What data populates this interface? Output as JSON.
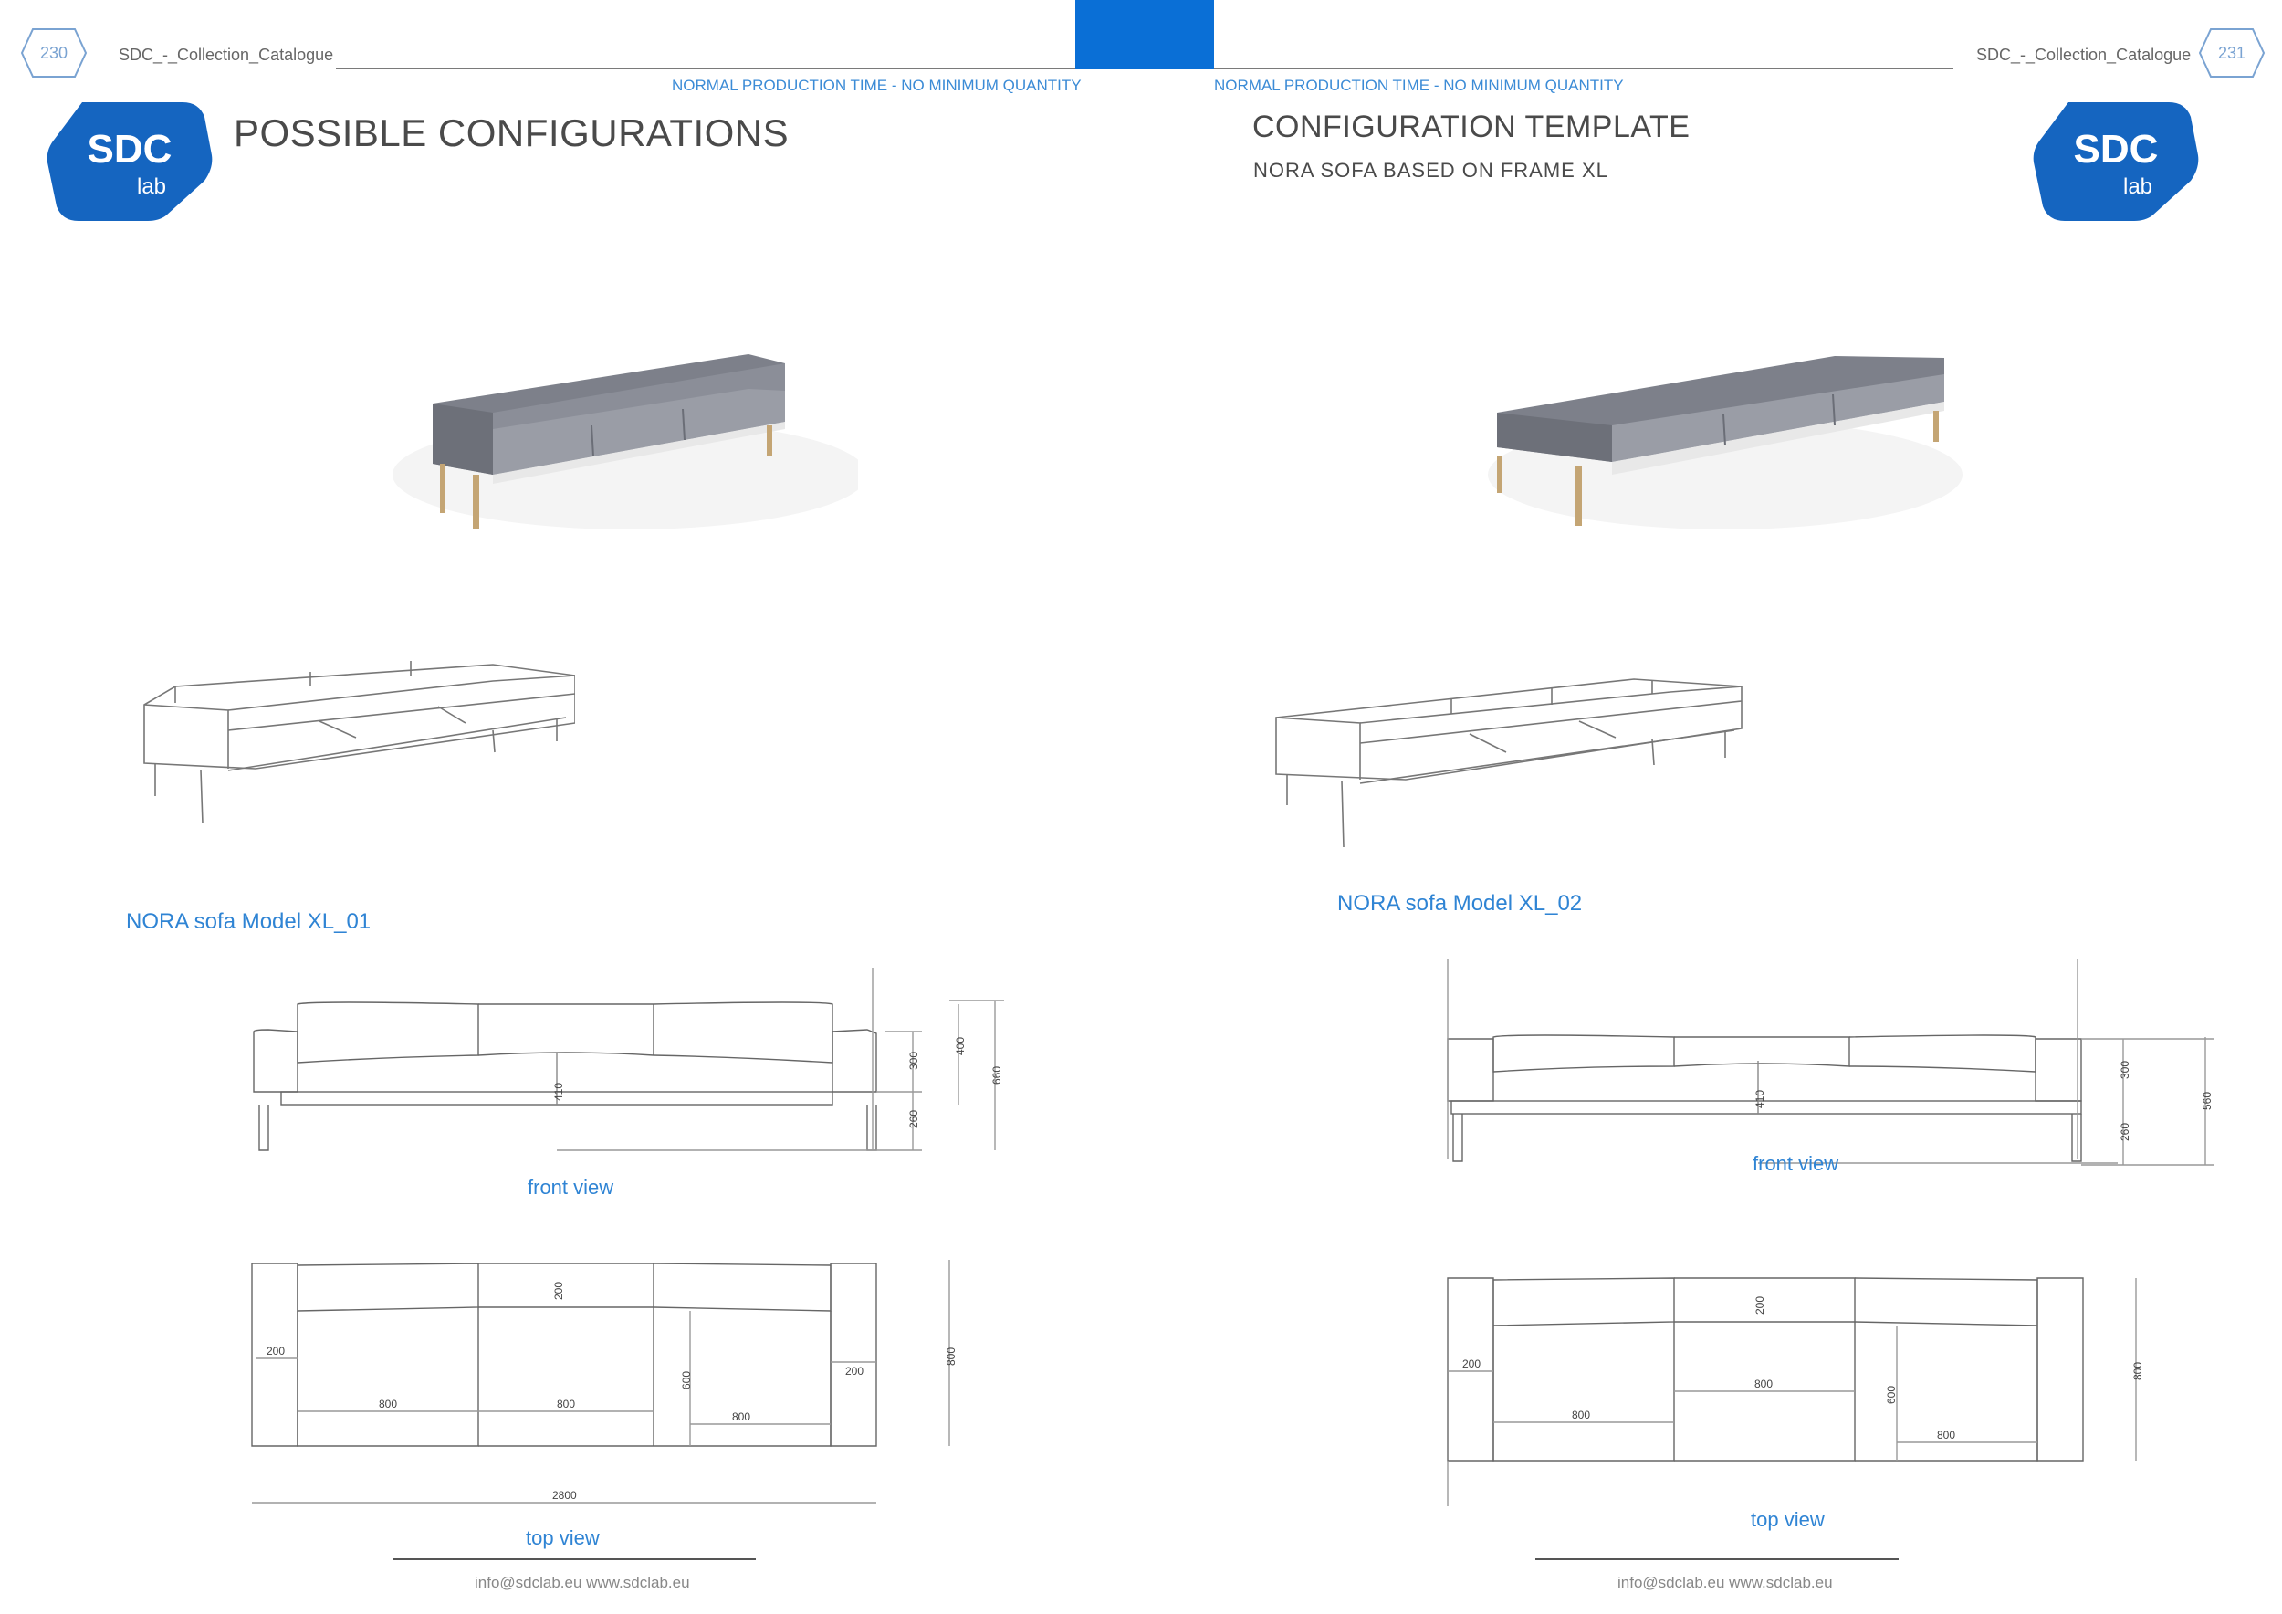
{
  "left": {
    "page_number": "230",
    "catalogue_name": "SDC_-_Collection_Catalogue",
    "notice": "NORMAL PRODUCTION TIME - NO MINIMUM QUANTITY",
    "title": "POSSIBLE CONFIGURATIONS",
    "model_name": "NORA sofa Model XL_01",
    "front_view_label": "front view",
    "top_view_label": "top view",
    "front_dims": {
      "d300": "300",
      "d400": "400",
      "d660": "660",
      "d410": "410",
      "d260": "260"
    },
    "top_dims": {
      "d200_top": "200",
      "d200_left": "200",
      "d200_right": "200",
      "d600": "600",
      "d800_right": "800",
      "d800_a": "800",
      "d800_b": "800",
      "d800_c": "800",
      "d2800": "2800"
    },
    "footer": "info@sdclab.eu   www.sdclab.eu"
  },
  "right": {
    "page_number": "231",
    "catalogue_name": "SDC_-_Collection_Catalogue",
    "notice": "NORMAL PRODUCTION TIME - NO MINIMUM QUANTITY",
    "title": "CONFIGURATION TEMPLATE",
    "subtitle": "NORA SOFA BASED ON FRAME XL",
    "model_name": "NORA sofa Model XL_02",
    "front_view_label": "front view",
    "top_view_label": "top view",
    "front_dims": {
      "d300": "300",
      "d560": "560",
      "d410": "410",
      "d260": "260"
    },
    "top_dims": {
      "d200_top": "200",
      "d200_left": "200",
      "d800_right": "800",
      "d800_a": "800",
      "d800_b": "800",
      "d600": "600",
      "d800_c": "800"
    },
    "footer": "info@sdclab.eu   www.sdclab.eu"
  },
  "logo": {
    "main": "SDC",
    "sub": "lab"
  },
  "colors": {
    "brand_blue": "#1565c0",
    "accent_blue": "#0a6fd6",
    "text_blue": "#2f84d4",
    "sofa_grey": "#8a8c95"
  }
}
